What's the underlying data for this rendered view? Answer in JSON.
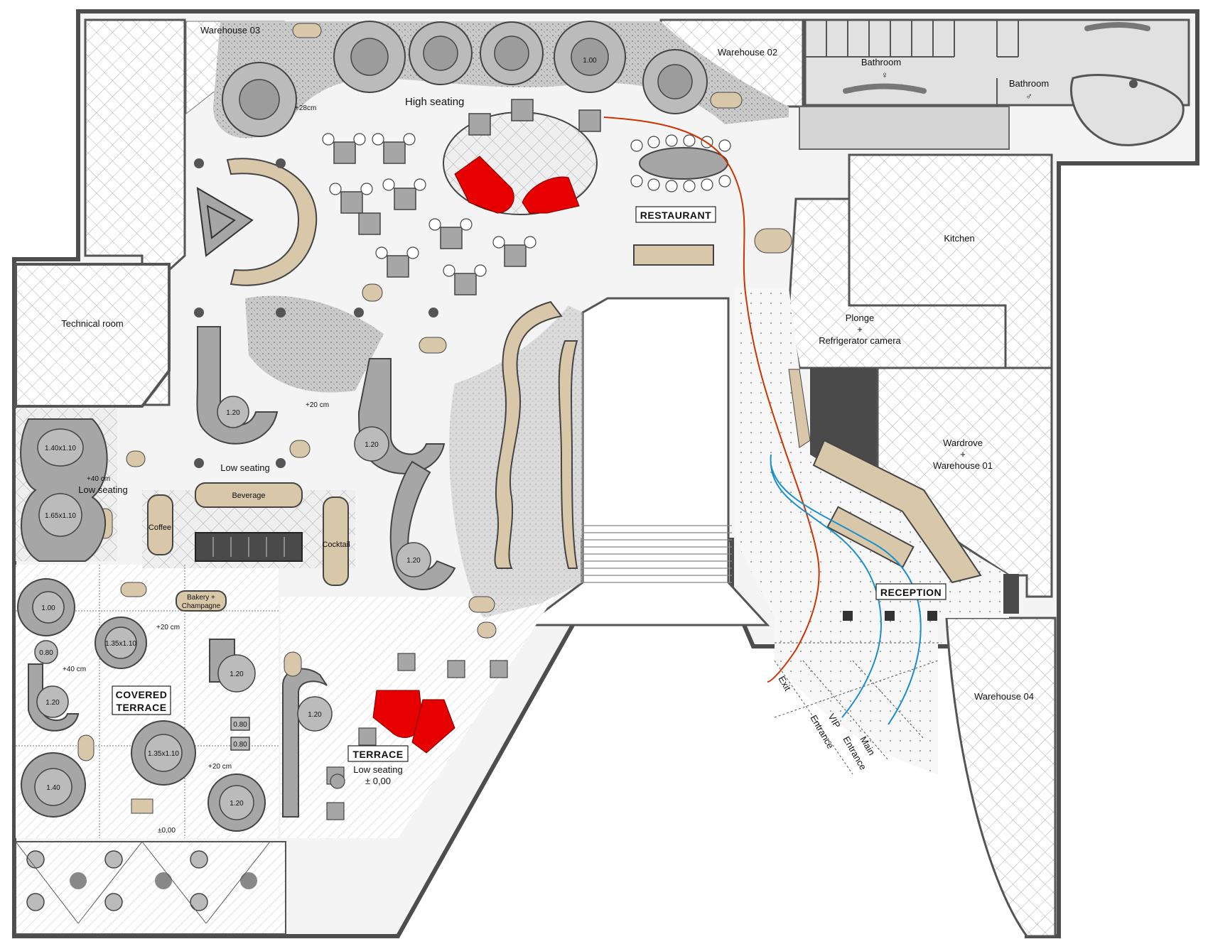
{
  "rooms": {
    "warehouse_03": "Warehouse 03",
    "warehouse_02": "Warehouse 02",
    "warehouse_04": "Warehouse 04",
    "bathroom_female": "Bathroom",
    "bathroom_female_symbol": "♀",
    "bathroom_male": "Bathroom",
    "bathroom_male_symbol": "♂",
    "kitchen": "Kitchen",
    "plonge_line1": "Plonge",
    "plonge_line2": "+",
    "plonge_line3": "Refrigerator camera",
    "wardrobe_line1": "Wardrove",
    "wardrobe_line2": "+",
    "wardrobe_line3": "Warehouse 01",
    "technical_room": "Technical room"
  },
  "zones": {
    "high_seating": "High seating",
    "restaurant": "RESTAURANT",
    "reception": "RECEPTION",
    "covered_terrace_line1": "COVERED",
    "covered_terrace_line2": "TERRACE",
    "terrace": "TERRACE",
    "terrace_sub1": "Low seating",
    "terrace_sub2": "± 0,00",
    "low_seating_center": "Low seating",
    "low_seating_left": "Low seating"
  },
  "bar": {
    "beverage": "Beverage",
    "coffee": "Coffee",
    "cocktail": "Cocktail",
    "bakery_line1": "Bakery +",
    "bakery_line2": "Champagne"
  },
  "entrances": {
    "exit": "Exit",
    "vip_line1": "VIP",
    "vip_line2": "Entrance",
    "main_line1": "Main",
    "main_line2": "Entrance"
  },
  "levels": {
    "plus28": "+28cm",
    "plus20_center": "+20 cm",
    "plus40_left": "+40 cm",
    "plus20_terrace": "+20 cm",
    "plus40_terrace": "+40 cm",
    "plus20_covered": "+20 cm",
    "zero_covered": "±0,00"
  },
  "tables": {
    "t_100_top": "1.00",
    "t_120_a": "1.20",
    "t_120_b": "1.20",
    "t_120_c": "1.20",
    "t_140x110": "1.40x1.10",
    "t_165x110": "1.65x1.10",
    "t_100_ct": "1.00",
    "t_080_ct": "0.80",
    "t_120_ct": "1.20",
    "t_140_ct": "1.40",
    "t_135_a": "1.35x1.10",
    "t_135_b": "1.35x1.10",
    "t_120_ct2": "1.20",
    "t_120_ct3": "1.20",
    "t_080_a": "0.80",
    "t_080_b": "0.80",
    "t_120_terrace": "1.20"
  },
  "colors": {
    "wall": "#5a5a5a",
    "hatch": "#9a9a9a",
    "floor_grey": "#dcdcdc",
    "seat_grey": "#a6a6a6",
    "wood": "#d9c7a9",
    "accent_red": "#e60000",
    "path_exit": "#cc3300",
    "path_entrance": "#1a8fcc",
    "dark_block": "#4a4a4a"
  }
}
